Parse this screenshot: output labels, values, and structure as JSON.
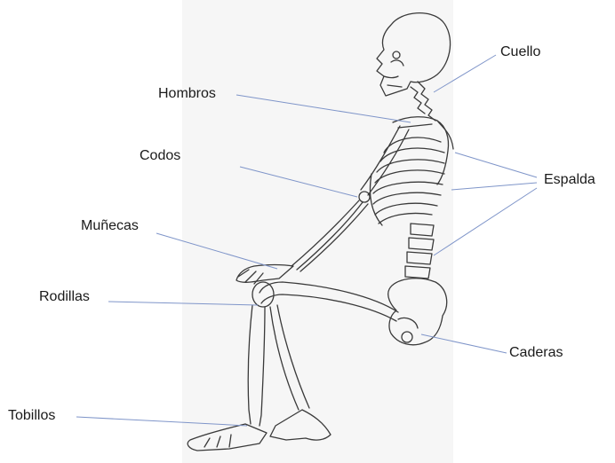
{
  "labels": {
    "neck": "Cuello",
    "shoulders": "Hombros",
    "elbows": "Codos",
    "back": "Espalda",
    "wrists": "Muñecas",
    "knees": "Rodillas",
    "hips": "Caderas",
    "ankles": "Tobillos"
  },
  "colors": {
    "leader_line": "#7f95c9",
    "bone_outline": "#3a3a3a",
    "figure_background": "#f6f6f6"
  }
}
